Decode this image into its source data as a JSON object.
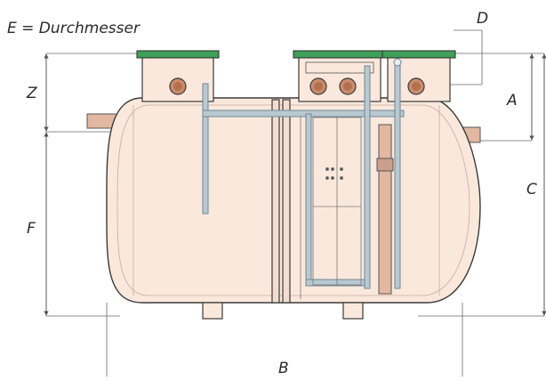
{
  "legend": {
    "text": "E = Durchmesser"
  },
  "labels": {
    "a": "A",
    "b": "B",
    "c": "C",
    "d": "D",
    "f": "F",
    "z": "Z"
  },
  "colors": {
    "tank_fill": "#fbe8dc",
    "tank_stroke": "#3a3a3a",
    "lid_green": "#3fa05a",
    "pipe_fill": "#e2b8a2",
    "inner_pipe": "#b9c9d1",
    "dim_line": "#555555"
  }
}
